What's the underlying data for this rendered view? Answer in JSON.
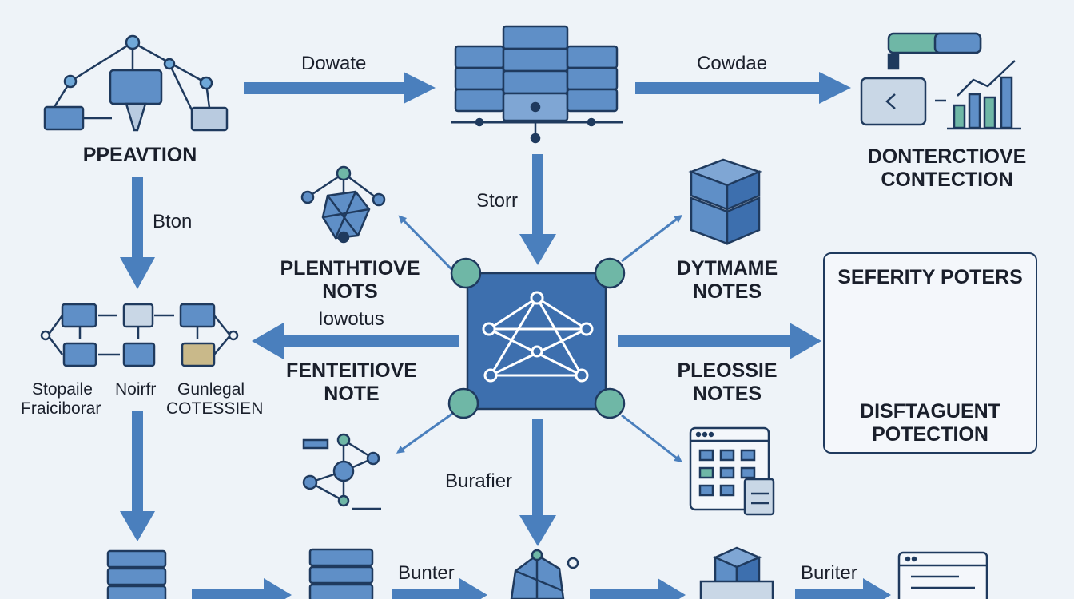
{
  "colors": {
    "background": "#eef3f8",
    "arrow": "#4a7fbd",
    "server_dark": "#2c4a72",
    "server_light": "#5f8fc7",
    "node_teal": "#6fb7a6",
    "hub_fill": "#3d6fae"
  },
  "nodes": {
    "top_left_title": "PPEAVTION",
    "top_right_title_1": "DONTERCTIOVE",
    "top_right_title_2": "CONTECTION",
    "mid_left_top_1": "PLENTHTIOVE",
    "mid_left_top_2": "NOTS",
    "mid_left_bottom_1": "FENTEITIOVE",
    "mid_left_bottom_2": "NOTE",
    "mid_right_top_1": "DYTMAME",
    "mid_right_top_2": "NOTES",
    "mid_right_bottom_1": "PLEOSSIE",
    "mid_right_bottom_2": "NOTES",
    "panel_title": "SEFERITY POTERS",
    "panel_bottom_1": "DISFTAGUENT",
    "panel_bottom_2": "POTECTION",
    "left_cluster_1a": "Stopaile",
    "left_cluster_1b": "Fraiciborar",
    "left_cluster_2": "Noirfr",
    "left_cluster_3a": "Gunlegal",
    "left_cluster_3b": "COTESSIEN"
  },
  "edges": {
    "top_left_to_server": "Dowate",
    "server_to_top_right": "Cowdae",
    "left_down": "Bton",
    "server_down": "Storr",
    "hub_left": "Iowotus",
    "hub_down": "Burafier",
    "bottom_1": "Bunter",
    "bottom_2": "Buriter"
  },
  "icons": {
    "top_left": "network-monitor-icon",
    "top_center": "server-rack-icon",
    "top_right": "dashboard-chart-icon",
    "hub": "network-hub-icon",
    "panel": "security-windows-icon"
  }
}
